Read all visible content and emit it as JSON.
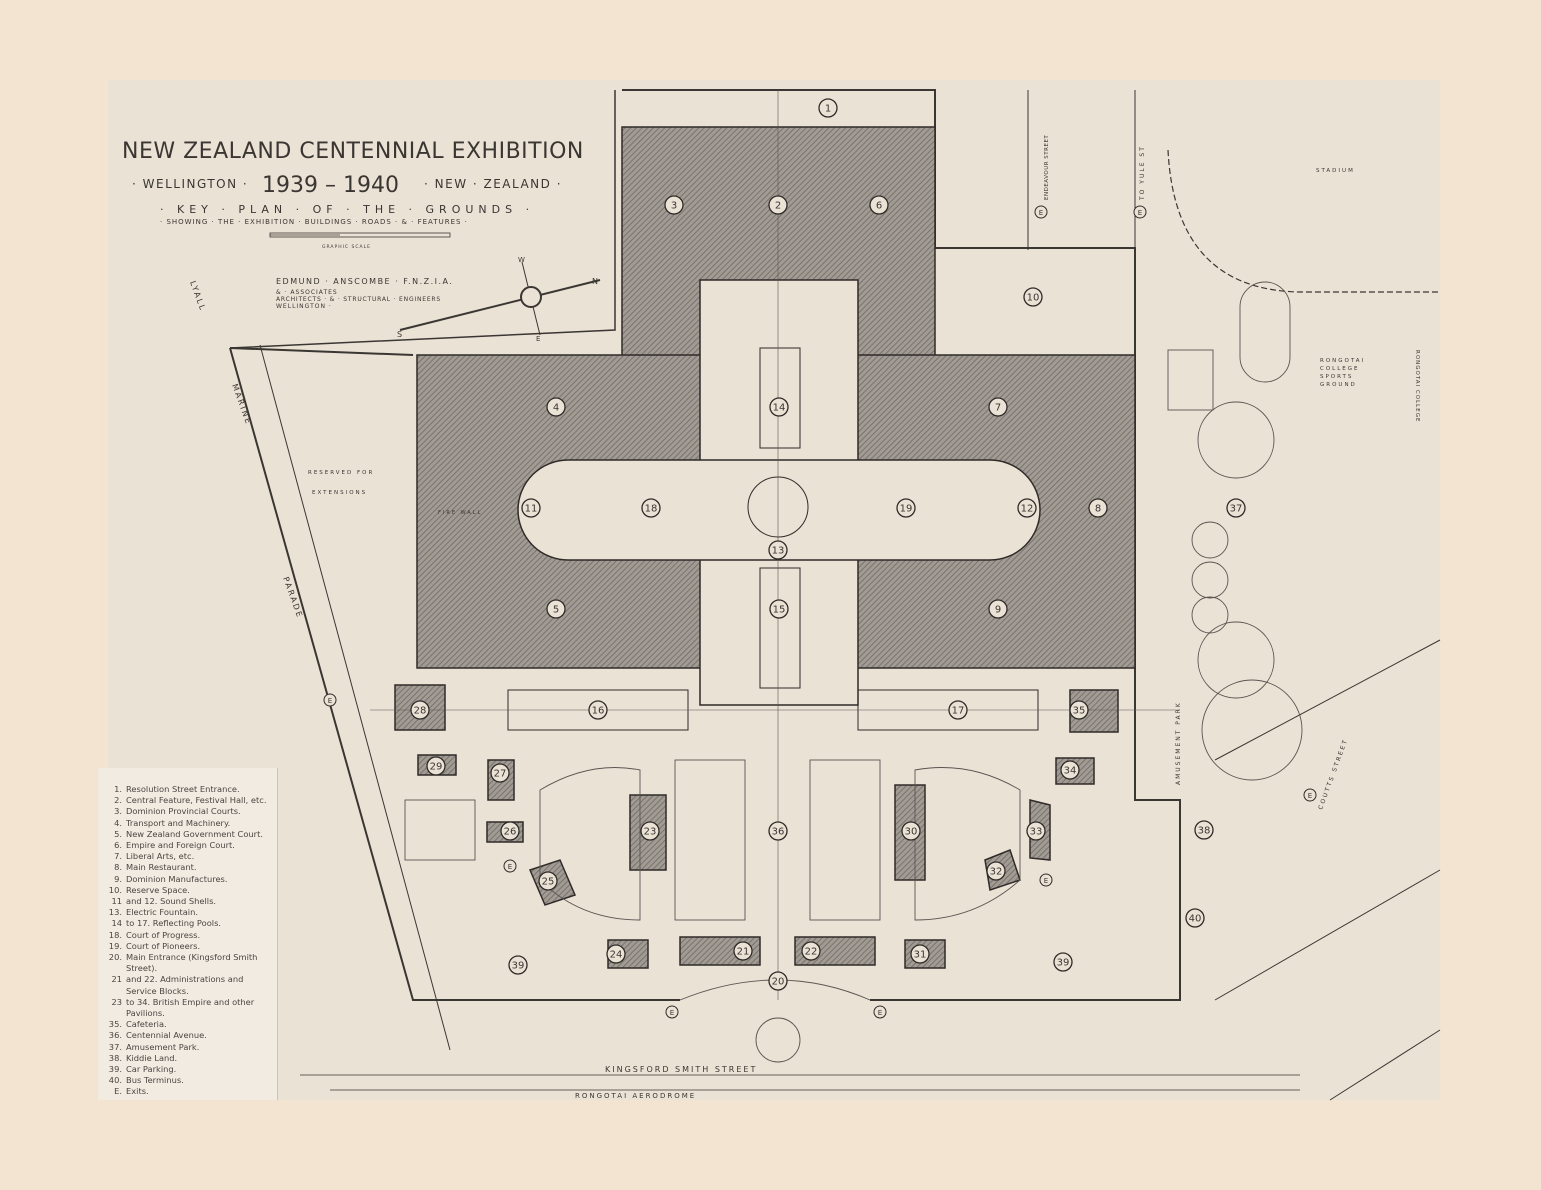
{
  "title": {
    "main": "NEW ZEALAND CENTENNIAL EXHIBITION",
    "left": "· WELLINGTON ·",
    "years": "1939 – 1940",
    "right": "· NEW · ZEALAND ·",
    "subtitle": "· KEY · PLAN · OF · THE · GROUNDS ·",
    "subtitle2": "· SHOWING · THE · EXHIBITION · BUILDINGS · ROADS · & · FEATURES ·",
    "scale_label": "GRAPHIC SCALE"
  },
  "architect": {
    "name": "EDMUND · ANSCOMBE · F.N.Z.I.A.",
    "line2": "& · ASSOCIATES",
    "line3": "ARCHITECTS · & · STRUCTURAL · ENGINEERS",
    "line4": "WELLINGTON ·"
  },
  "compass": {
    "n": "N",
    "s": "S",
    "e": "E",
    "w": "W"
  },
  "map_labels": {
    "lyall": "LYALL",
    "marine": "MARINE",
    "parade": "PARADE",
    "kingsford": "KINGSFORD   SMITH   STREET",
    "aerodrome": "RONGOTAI   AERODROME",
    "coutts": "COUTTS   STREET",
    "endeavour": "ENDEAVOUR STREET",
    "yule": "TO  YULE  ST",
    "stadium": "STADIUM",
    "sports1": "RONGOTAI",
    "sports2": "COLLEGE",
    "sports3": "SPORTS",
    "sports4": "GROUND",
    "college": "RONGOTAI COLLEGE",
    "amusement": "AMUSEMENT  PARK",
    "reserved1": "RESERVED FOR",
    "reserved2": "EXTENSIONS",
    "firewall": "FIRE WALL"
  },
  "markers": [
    "1",
    "2",
    "3",
    "6",
    "10",
    "4",
    "7",
    "14",
    "18",
    "19",
    "11",
    "12",
    "8",
    "13",
    "5",
    "9",
    "15",
    "16",
    "17",
    "28",
    "35",
    "29",
    "27",
    "26",
    "25",
    "23",
    "30",
    "33",
    "34",
    "32",
    "36",
    "21",
    "22",
    "24",
    "31",
    "20",
    "39",
    "39",
    "38",
    "40",
    "37"
  ],
  "exit_label": "E",
  "legend": [
    {
      "n": "1.",
      "t": "Resolution Street Entrance."
    },
    {
      "n": "2.",
      "t": "Central Feature, Festival Hall, etc."
    },
    {
      "n": "3.",
      "t": "Dominion Provincial Courts."
    },
    {
      "n": "4.",
      "t": "Transport and Machinery."
    },
    {
      "n": "5.",
      "t": "New Zealand Government Court."
    },
    {
      "n": "6.",
      "t": "Empire and Foreign Court."
    },
    {
      "n": "7.",
      "t": "Liberal Arts, etc."
    },
    {
      "n": "8.",
      "t": "Main Restaurant."
    },
    {
      "n": "9.",
      "t": "Dominion Manufactures."
    },
    {
      "n": "10.",
      "t": "Reserve Space."
    },
    {
      "n": "11",
      "t": "and 12.  Sound Shells."
    },
    {
      "n": "13.",
      "t": "Electric Fountain."
    },
    {
      "n": "14",
      "t": "to 17.  Reflecting Pools."
    },
    {
      "n": "18.",
      "t": "Court of Progress."
    },
    {
      "n": "19.",
      "t": "Court of Pioneers."
    },
    {
      "n": "20.",
      "t": "Main Entrance (Kingsford Smith Street)."
    },
    {
      "n": "21",
      "t": "and 22.  Administrations and Service Blocks."
    },
    {
      "n": "23",
      "t": "to 34.  British Empire and other Pavilions."
    },
    {
      "n": "35.",
      "t": "Cafeteria."
    },
    {
      "n": "36.",
      "t": "Centennial Avenue."
    },
    {
      "n": "37.",
      "t": "Amusement Park."
    },
    {
      "n": "38.",
      "t": "Kiddie Land."
    },
    {
      "n": "39.",
      "t": "Car Parking."
    },
    {
      "n": "40.",
      "t": "Bus Terminus."
    },
    {
      "n": "E.",
      "t": "Exits."
    }
  ],
  "colors": {
    "paper": "#f2e4d0",
    "sheet": "#ebe2d6",
    "building": "#8e8983",
    "ink": "#3a3632"
  }
}
